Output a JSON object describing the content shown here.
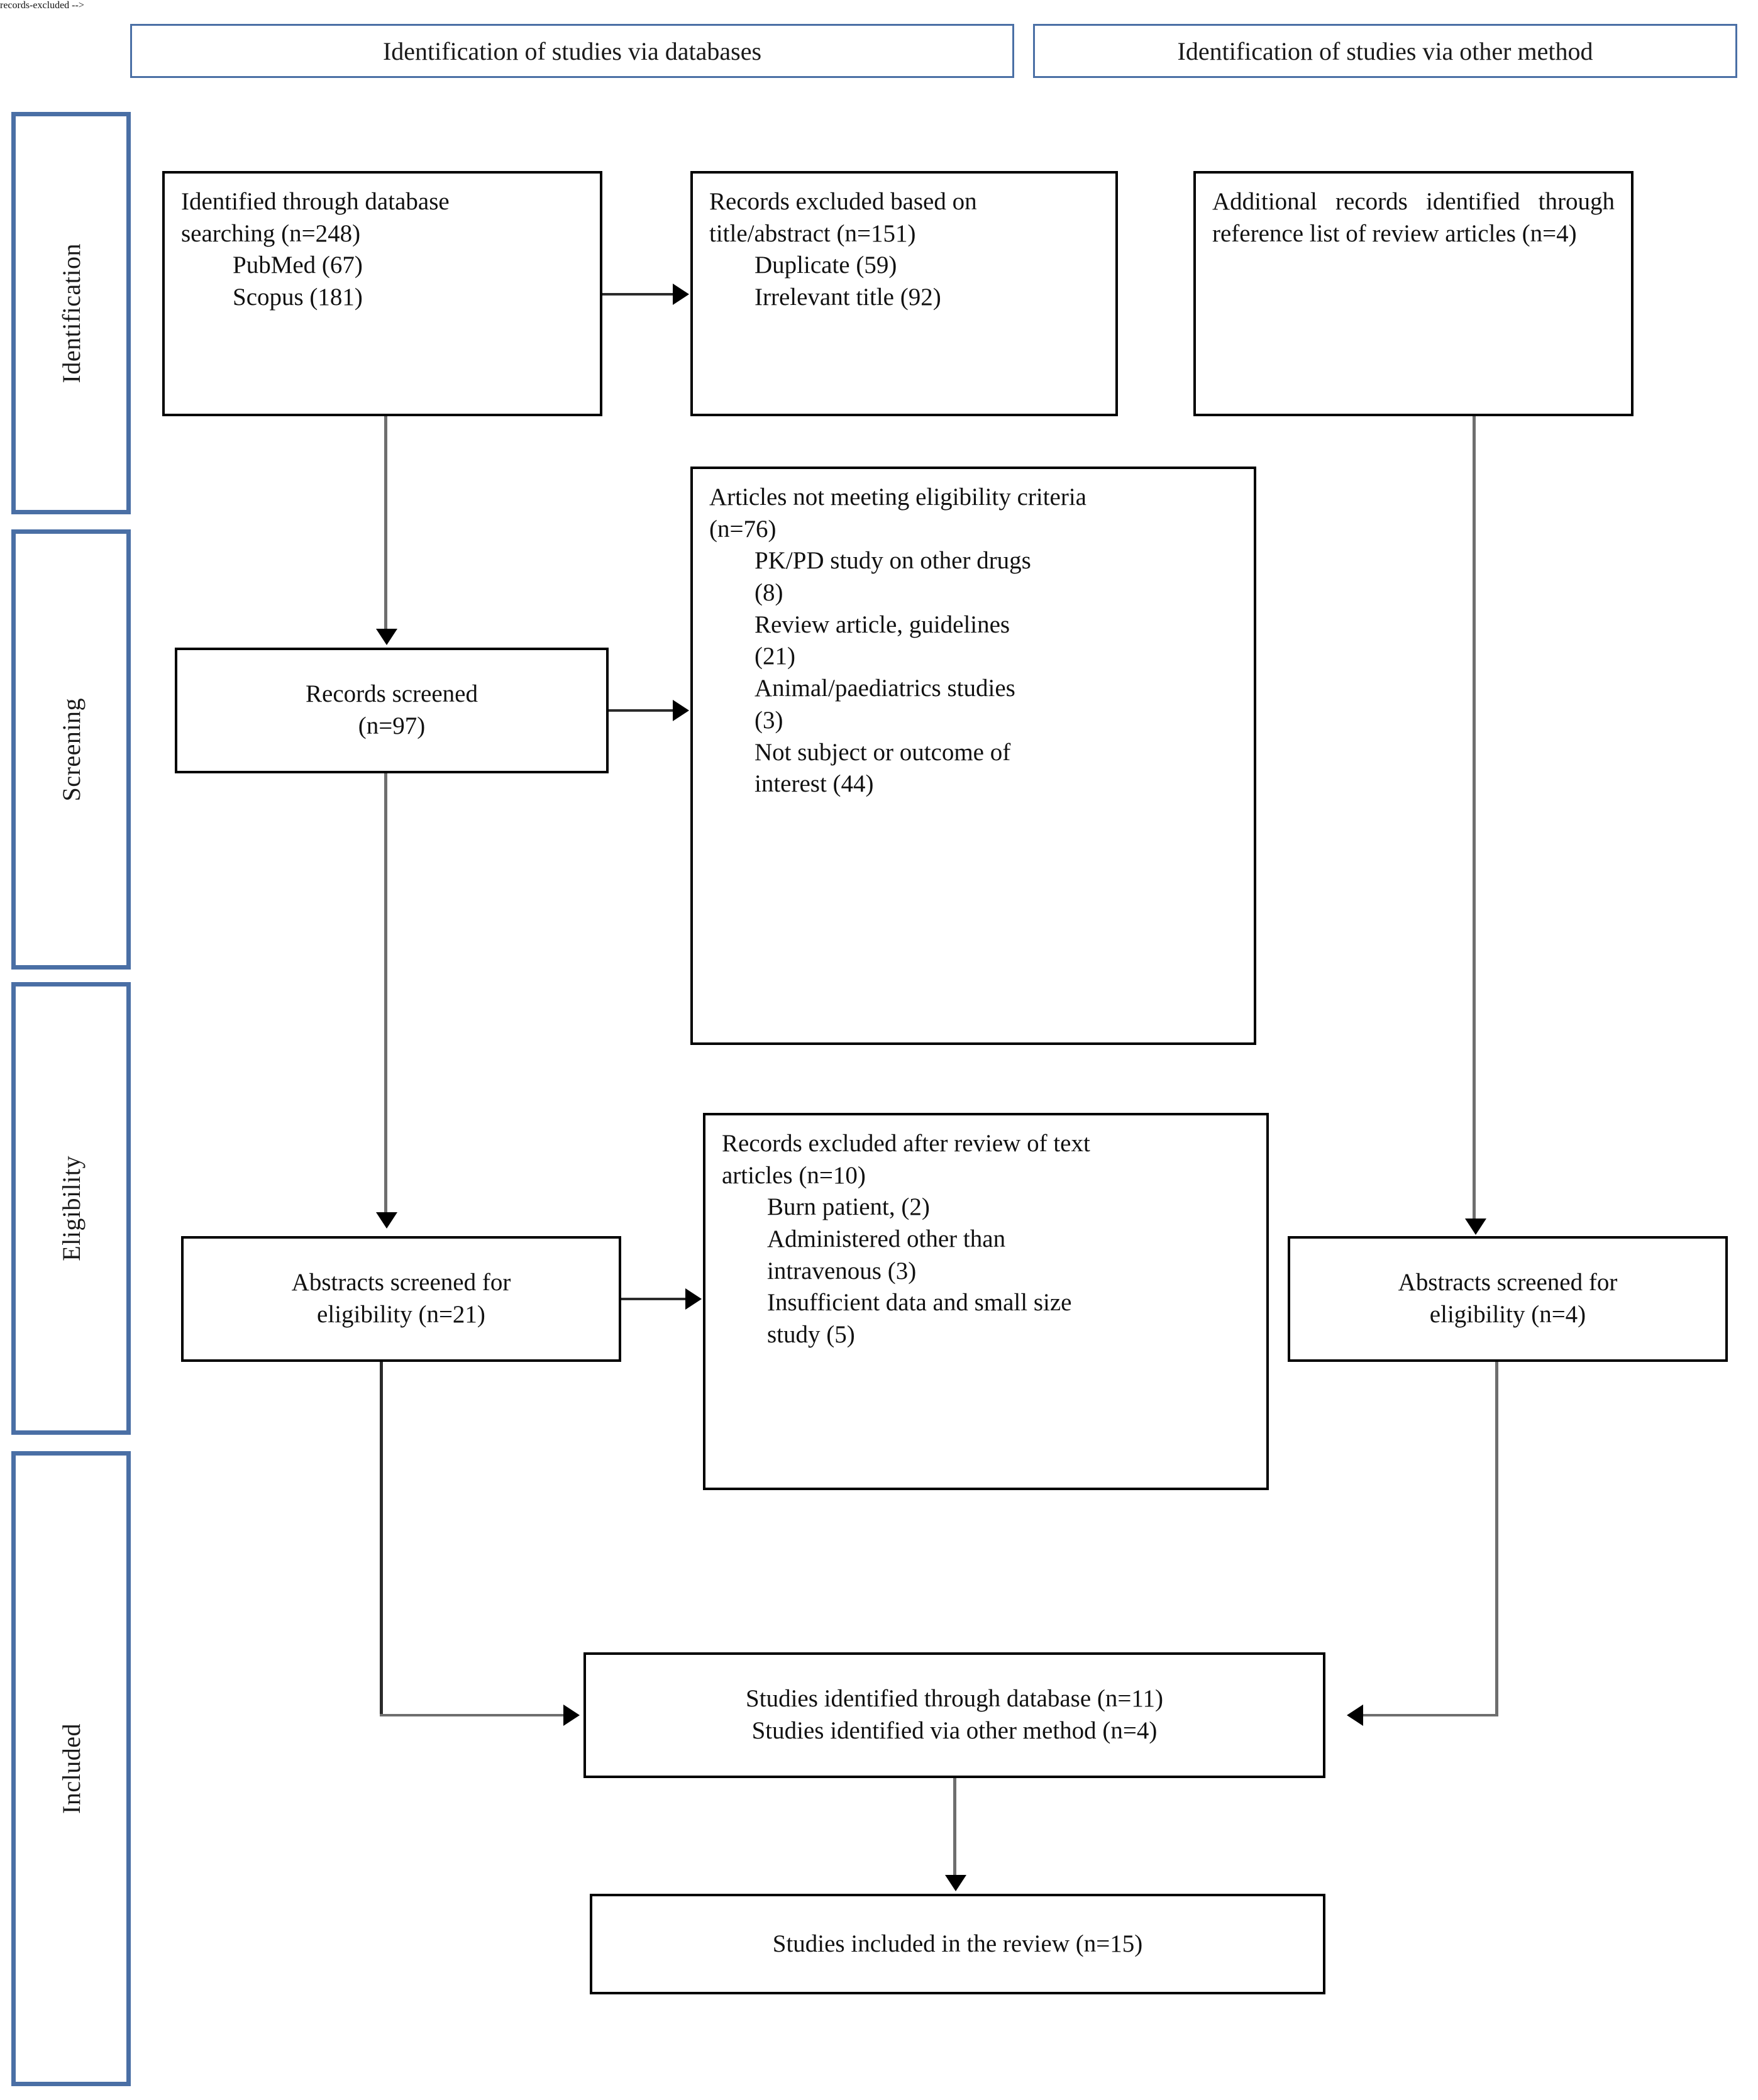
{
  "diagram": {
    "type": "prisma-flow-diagram",
    "headers": [
      {
        "id": "databases",
        "label": "Identification of studies via databases"
      },
      {
        "id": "other-method",
        "label": "Identification of studies via other method"
      }
    ],
    "stages": [
      {
        "id": "identification",
        "label": "Identification"
      },
      {
        "id": "screening",
        "label": "Screening"
      },
      {
        "id": "eligibility",
        "label": "Eligibility"
      },
      {
        "id": "included",
        "label": "Included"
      }
    ],
    "nodes": {
      "identified_db": {
        "title": "Identified through database",
        "title2": "searching (n=248)",
        "items": [
          "PubMed (67)",
          "Scopus (181)"
        ]
      },
      "records_excluded_title": {
        "title": "Records excluded based on",
        "title2": "title/abstract (n=151)",
        "items": [
          "Duplicate (59)",
          "Irrelevant title (92)"
        ]
      },
      "additional_records": {
        "title": "Additional records identified through reference list of review articles (n=4)"
      },
      "articles_not_eligible": {
        "title": "Articles not meeting eligibility criteria",
        "title2": "(n=76)",
        "items": [
          "PK/PD study on other drugs",
          "(8)",
          "Review article, guidelines",
          "(21)",
          "Animal/paediatrics studies",
          "(3)",
          "Not subject or outcome of",
          "interest (44)"
        ]
      },
      "records_screened": {
        "line1": "Records screened",
        "line2": "(n=97)"
      },
      "records_excluded_text": {
        "title": "Records excluded after review of text",
        "title2": "articles (n=10)",
        "items": [
          "Burn patient, (2)",
          "Administered other than",
          "intravenous (3)",
          "Insufficient data and small size",
          "study (5)"
        ]
      },
      "abstracts_db": {
        "line1": "Abstracts screened for",
        "line2": "eligibility (n=21)"
      },
      "abstracts_other": {
        "line1": "Abstracts screened for",
        "line2": "eligibility (n=4)"
      },
      "studies_identified": {
        "line1": "Studies identified through database (n=11)",
        "line2": "Studies identified via other method (n=4)"
      },
      "studies_included": {
        "line1": "Studies included in the review (n=15)"
      }
    },
    "colors": {
      "stage_border": "#4a6fa5",
      "header_border": "#4a6fa5",
      "node_border": "#000000",
      "connector": "#6e6e6e",
      "arrow": "#000000",
      "background": "#ffffff"
    }
  }
}
